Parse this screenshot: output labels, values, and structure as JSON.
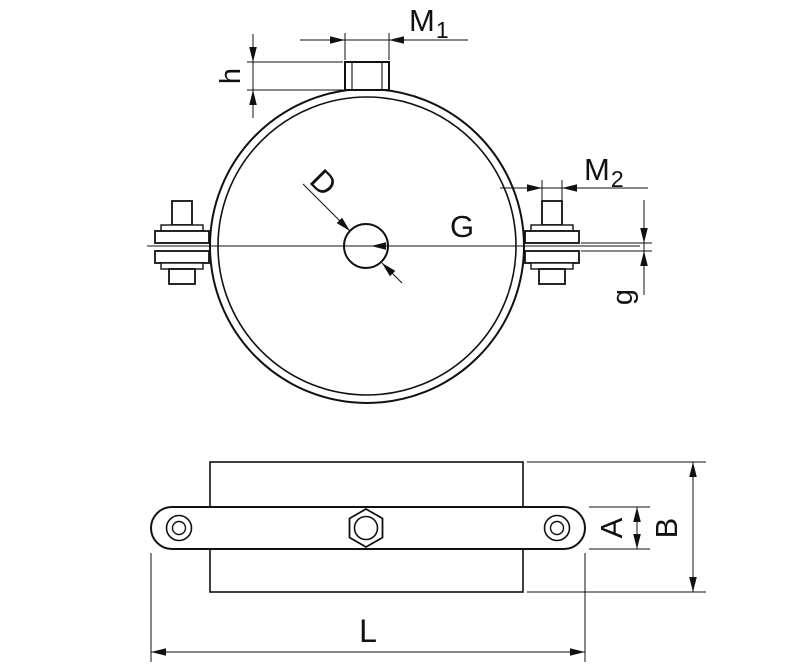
{
  "colors": {
    "line": "#111111",
    "background": "#ffffff"
  },
  "labels": {
    "m1": {
      "base": "M",
      "sub": "1"
    },
    "m2": {
      "base": "M",
      "sub": "2"
    },
    "boss_height": "h",
    "hole_diameter": "D",
    "thread": "G",
    "gap": "g",
    "strap_height": "A",
    "band_height": "B",
    "length": "L"
  }
}
